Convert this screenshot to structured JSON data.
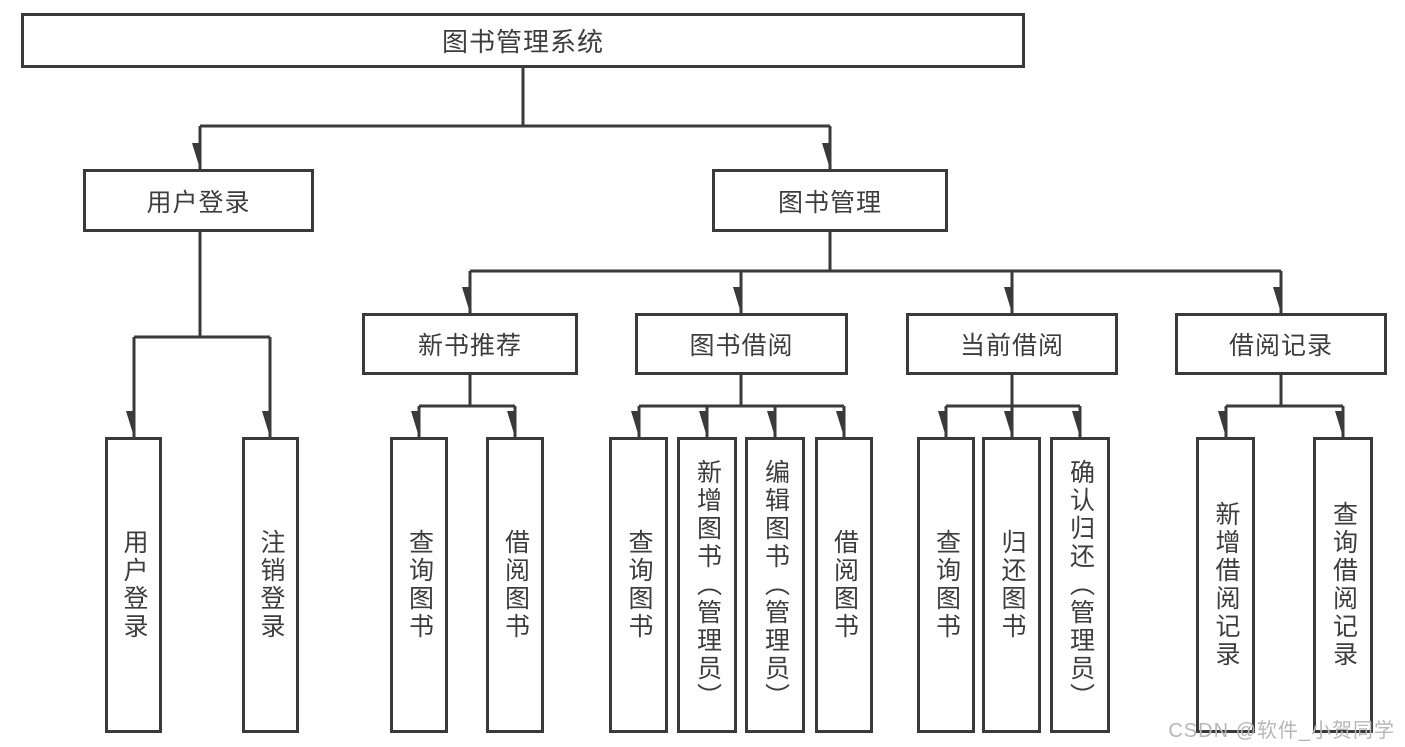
{
  "colors": {
    "line": "#3a3a3a",
    "text": "#3d3d3d",
    "background": "#ffffff",
    "watermark_text_color": "#b7b7b7"
  },
  "watermark": {
    "text": "CSDN @软件_小贺同学"
  },
  "tree": {
    "label": "图书管理系统",
    "children": [
      {
        "label": "用户登录",
        "children": [
          {
            "label": "用户登录"
          },
          {
            "label": "注销登录"
          }
        ]
      },
      {
        "label": "图书管理",
        "children": [
          {
            "label": "新书推荐",
            "children": [
              {
                "label": "查询图书"
              },
              {
                "label": "借阅图书"
              }
            ]
          },
          {
            "label": "图书借阅",
            "children": [
              {
                "label": "查询图书"
              },
              {
                "label": "新增图书（管理员）"
              },
              {
                "label": "编辑图书（管理员）"
              },
              {
                "label": "借阅图书"
              }
            ]
          },
          {
            "label": "当前借阅",
            "children": [
              {
                "label": "查询图书"
              },
              {
                "label": "归还图书"
              },
              {
                "label": "确认归还（管理员）"
              }
            ]
          },
          {
            "label": "借阅记录",
            "children": [
              {
                "label": "新增借阅记录"
              },
              {
                "label": "查询借阅记录"
              }
            ]
          }
        ]
      }
    ]
  }
}
